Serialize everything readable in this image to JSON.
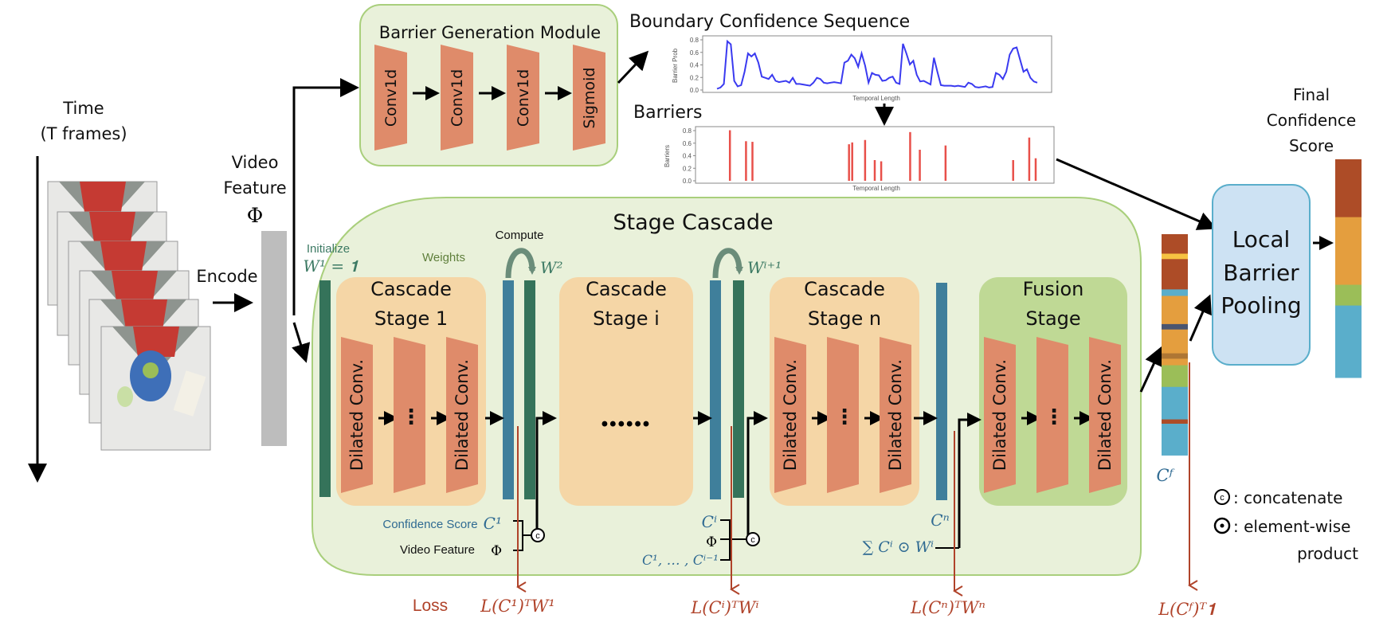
{
  "input": {
    "time_label_line1": "Time",
    "time_label_line2": "(T frames)",
    "encode_label": "Encode",
    "video_feature_line1": "Video",
    "video_feature_line2": "Feature",
    "video_feature_symbol": "Φ"
  },
  "barrier_module": {
    "title": "Barrier Generation Module",
    "blocks": [
      "Conv1d",
      "Conv1d",
      "Conv1d",
      "Sigmoid"
    ]
  },
  "boundary_chart": {
    "title": "Boundary Confidence Sequence",
    "ylabel": "Barrier Prob",
    "xlabel": "Temporal Length",
    "yticks": [
      "0.0",
      "0.2",
      "0.4",
      "0.6",
      "0.8"
    ]
  },
  "barriers_chart": {
    "title": "Barriers",
    "ylabel": "Barriers",
    "xlabel": "Temporal Length",
    "yticks": [
      "0.0",
      "0.2",
      "0.4",
      "0.6",
      "0.8"
    ]
  },
  "chart_data": [
    {
      "type": "line",
      "title": "Boundary Confidence Sequence",
      "xlabel": "Temporal Length",
      "ylabel": "Barrier Prob",
      "ylim": [
        0,
        0.85
      ],
      "series": [
        {
          "name": "barrier_prob",
          "color": "#3a3af0",
          "values": [
            0.02,
            0.04,
            0.1,
            0.8,
            0.75,
            0.15,
            0.06,
            0.08,
            0.3,
            0.6,
            0.55,
            0.6,
            0.45,
            0.22,
            0.2,
            0.18,
            0.25,
            0.15,
            0.13,
            0.14,
            0.15,
            0.12,
            0.2,
            0.1,
            0.1,
            0.09,
            0.08,
            0.07,
            0.12,
            0.2,
            0.18,
            0.12,
            0.11,
            0.12,
            0.13,
            0.12,
            0.11,
            0.45,
            0.48,
            0.58,
            0.52,
            0.38,
            0.6,
            0.4,
            0.12,
            0.28,
            0.25,
            0.24,
            0.15,
            0.16,
            0.2,
            0.22,
            0.12,
            0.1,
            0.76,
            0.6,
            0.42,
            0.48,
            0.25,
            0.14,
            0.15,
            0.12,
            0.09,
            0.53,
            0.3,
            0.08,
            0.07,
            0.07,
            0.07,
            0.06,
            0.07,
            0.06,
            0.05,
            0.12,
            0.1,
            0.05,
            0.04,
            0.05,
            0.06,
            0.04,
            0.05,
            0.28,
            0.25,
            0.18,
            0.3,
            0.58,
            0.68,
            0.7,
            0.5,
            0.3,
            0.34,
            0.2,
            0.14,
            0.12
          ]
        }
      ]
    },
    {
      "type": "bar",
      "title": "Barriers",
      "xlabel": "Temporal Length",
      "ylabel": "Barriers",
      "ylim": [
        0,
        0.85
      ],
      "x_fraction": [
        0.05,
        0.1,
        0.12,
        0.42,
        0.43,
        0.47,
        0.5,
        0.52,
        0.61,
        0.64,
        0.72,
        0.93,
        0.98,
        1.0
      ],
      "values": [
        0.83,
        0.65,
        0.64,
        0.6,
        0.63,
        0.67,
        0.34,
        0.32,
        0.8,
        0.51,
        0.58,
        0.34,
        0.71,
        0.37
      ],
      "color": "#e8504a"
    }
  ],
  "stage_cascade": {
    "title": "Stage Cascade",
    "initialize_label": "Initialize",
    "w1_eq": "W¹ = 𝟏",
    "weights_label": "Weights",
    "compute_label": "Compute",
    "w2": "W²",
    "wi1": "Wⁱ⁺¹",
    "stages": [
      {
        "line1": "Cascade",
        "line2": "Stage 1",
        "blocks": [
          "Dilated Conv.",
          "⋮",
          "Dilated Conv."
        ]
      },
      {
        "line1": "Cascade",
        "line2": "Stage i",
        "ellipsis": "••••••"
      },
      {
        "line1": "Cascade",
        "line2": "Stage n",
        "blocks": [
          "Dilated Conv.",
          "⋮",
          "Dilated Conv."
        ]
      }
    ],
    "fusion": {
      "line1": "Fusion",
      "line2": "Stage",
      "blocks": [
        "Dilated  Conv.",
        "⋮",
        "Dilated Conv."
      ]
    },
    "confidence_score_label": "Confidence Score",
    "video_feature_label": "Video Feature",
    "c1": "C¹",
    "phi": "Φ",
    "ci": "Cⁱ",
    "c_prev": "C¹, … , Cⁱ⁻¹",
    "cn": "Cⁿ",
    "sum_expr": "∑ Cⁱ ⊙ Wⁱ",
    "concat_symbol": "c"
  },
  "losses": {
    "loss_label": "Loss",
    "l1": "L(C¹)ᵀW¹",
    "li": "L(Cⁱ)ᵀWⁱ",
    "ln": "L(Cⁿ)ᵀWⁿ",
    "lf": "L(Cᶠ)ᵀ𝟏"
  },
  "output": {
    "cf_label": "Cᶠ",
    "pooling_line1": "Local",
    "pooling_line2": "Barrier",
    "pooling_line3": "Pooling",
    "final_line1": "Final",
    "final_line2": "Confidence",
    "final_line3": "Score",
    "cf_segments": [
      {
        "color": "#ad4c27",
        "frac": 0.09
      },
      {
        "color": "#f6c242",
        "frac": 0.025
      },
      {
        "color": "#ad4c27",
        "frac": 0.14
      },
      {
        "color": "#5aaecb",
        "frac": 0.03
      },
      {
        "color": "#e49e3e",
        "frac": 0.13
      },
      {
        "color": "#4a5570",
        "frac": 0.025
      },
      {
        "color": "#e49e3e",
        "frac": 0.11
      },
      {
        "color": "#ae7634",
        "frac": 0.025
      },
      {
        "color": "#e49e3e",
        "frac": 0.03
      },
      {
        "color": "#9bbe58",
        "frac": 0.1
      },
      {
        "color": "#5aaecb",
        "frac": 0.15
      },
      {
        "color": "#ad4c27",
        "frac": 0.02
      },
      {
        "color": "#5aaecb",
        "frac": 0.145
      }
    ],
    "final_segments": [
      {
        "color": "#ad4c27",
        "frac": 0.265
      },
      {
        "color": "#e49e3e",
        "frac": 0.31
      },
      {
        "color": "#9bbe58",
        "frac": 0.095
      },
      {
        "color": "#5aaecb",
        "frac": 0.33
      }
    ]
  },
  "legend": {
    "concat_symbol": "c",
    "concat_text": ": concatenate",
    "elem_symbol": "⊙",
    "elem_text_line1": ": element-wise",
    "elem_text_line2": "product"
  },
  "colors": {
    "panel_green_bg": "#e9f1da",
    "panel_green_border": "#a9cf7c",
    "cascade_bg": "#f5d6a6",
    "fusion_bg": "#bfd995",
    "conv_block": "#df8b6a",
    "weight_bar": "#35735a",
    "score_bar": "#3f7f9b",
    "loss_red": "#b0432a",
    "math_blue": "#2f6a92",
    "weight_text": "#3d7a64",
    "pooling_bg": "#cde2f3",
    "pooling_border": "#5aaecb"
  }
}
